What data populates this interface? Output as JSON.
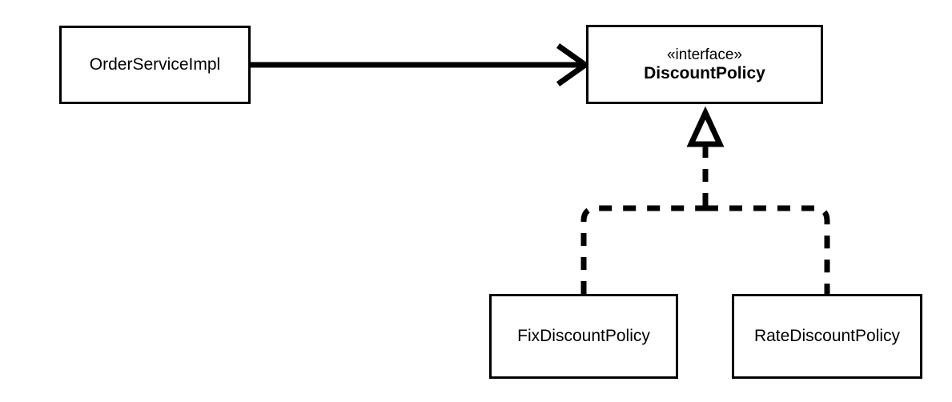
{
  "diagram": {
    "type": "uml-class-diagram",
    "background_color": "#ffffff",
    "line_color": "#000000",
    "nodes": {
      "order_service_impl": {
        "name": "OrderServiceImpl",
        "kind": "class"
      },
      "discount_policy": {
        "stereotype": "«interface»",
        "name": "DiscountPolicy",
        "kind": "interface"
      },
      "fix_discount_policy": {
        "name": "FixDiscountPolicy",
        "kind": "class"
      },
      "rate_discount_policy": {
        "name": "RateDiscountPolicy",
        "kind": "class"
      }
    },
    "edges": {
      "dependency": {
        "from": "OrderServiceImpl",
        "to": "DiscountPolicy",
        "style": "solid",
        "arrowhead": "open"
      },
      "realization_fix": {
        "from": "FixDiscountPolicy",
        "to": "DiscountPolicy",
        "style": "dashed",
        "arrowhead": "hollow-triangle"
      },
      "realization_rate": {
        "from": "RateDiscountPolicy",
        "to": "DiscountPolicy",
        "style": "dashed",
        "arrowhead": "hollow-triangle"
      }
    }
  }
}
